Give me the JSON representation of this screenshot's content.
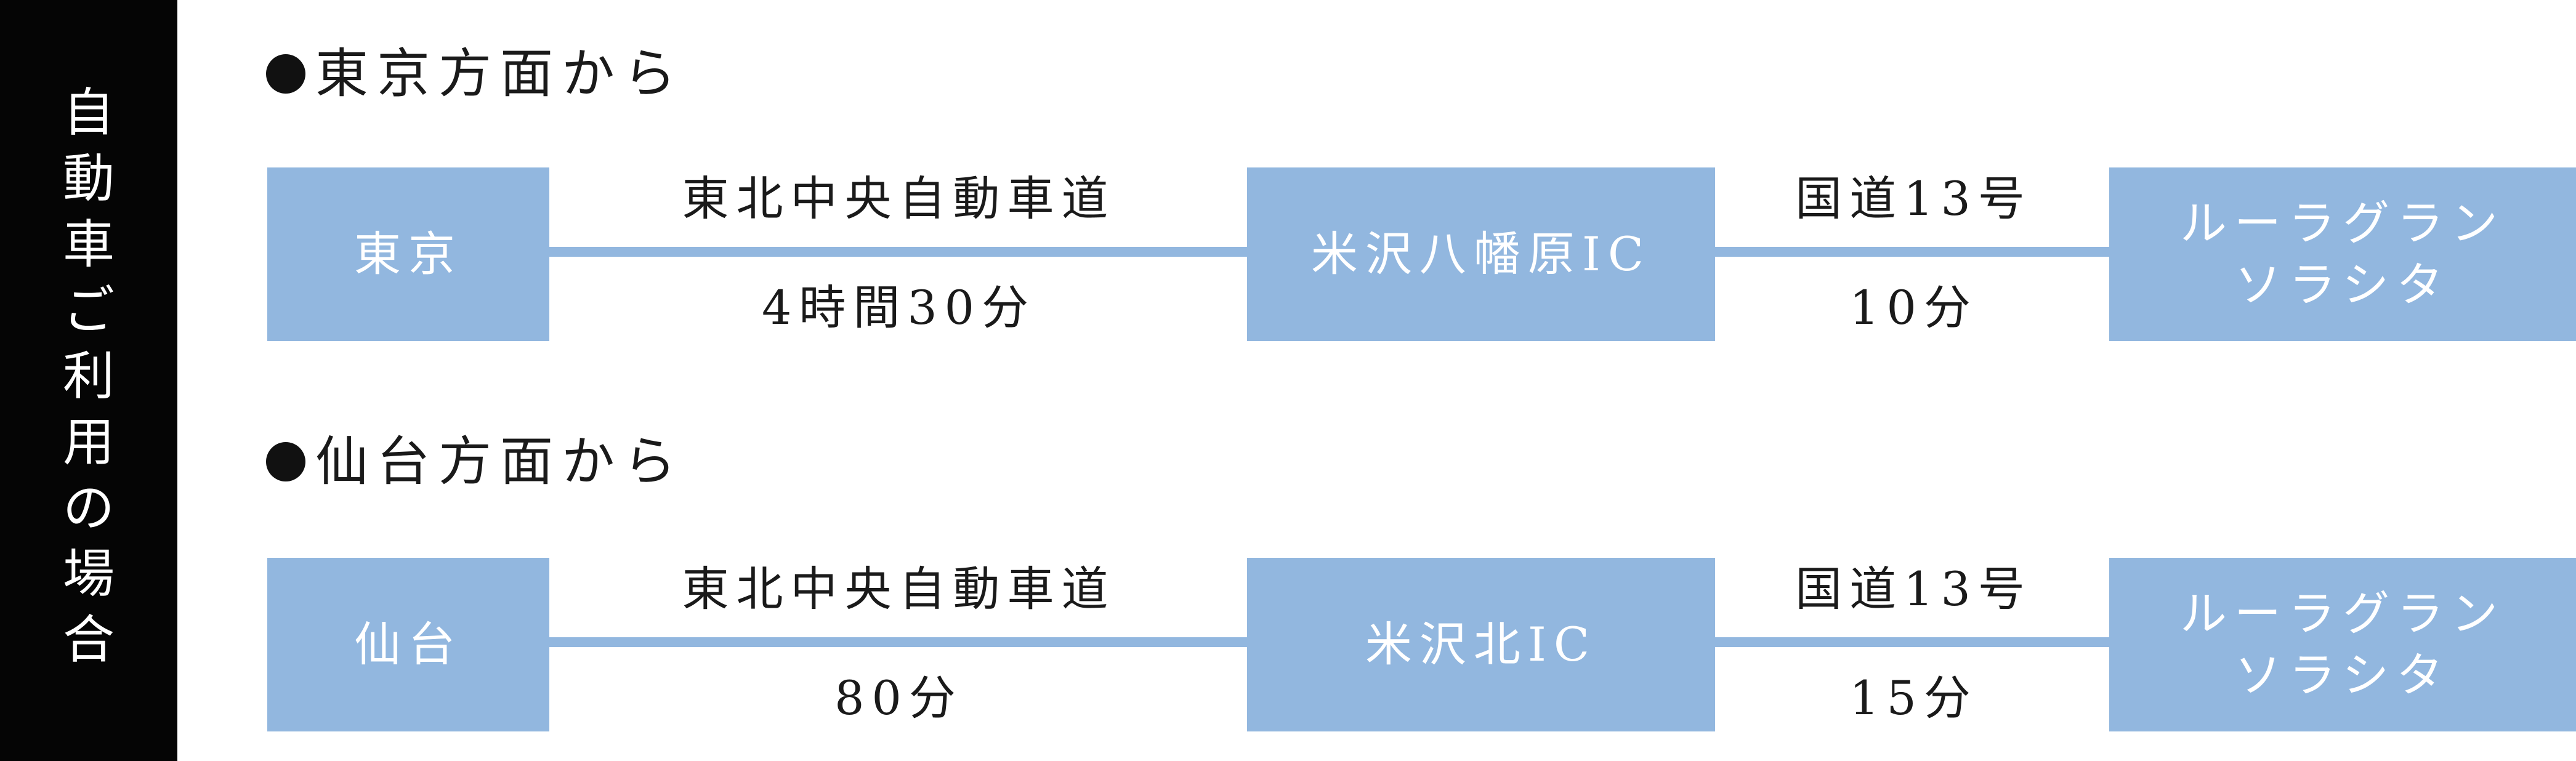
{
  "sidebar": {
    "title_chars": [
      "自",
      "動",
      "車",
      "ご",
      "利",
      "用",
      "の",
      "場",
      "合"
    ]
  },
  "colors": {
    "node_fill": "#92b7df",
    "sidebar_bg": "#050505"
  },
  "routes": [
    {
      "heading": "東京方面から",
      "origin": "東京",
      "segment1": {
        "road": "東北中央自動車道",
        "time": "4時間30分"
      },
      "interchange": "米沢八幡原IC",
      "segment2": {
        "road": "国道13号",
        "time": "10分"
      },
      "destination_line1": "ルーラグラン",
      "destination_line2": "ソラシタ"
    },
    {
      "heading": "仙台方面から",
      "origin": "仙台",
      "segment1": {
        "road": "東北中央自動車道",
        "time": "80分"
      },
      "interchange": "米沢北IC",
      "segment2": {
        "road": "国道13号",
        "time": "15分"
      },
      "destination_line1": "ルーラグラン",
      "destination_line2": "ソラシタ"
    }
  ]
}
